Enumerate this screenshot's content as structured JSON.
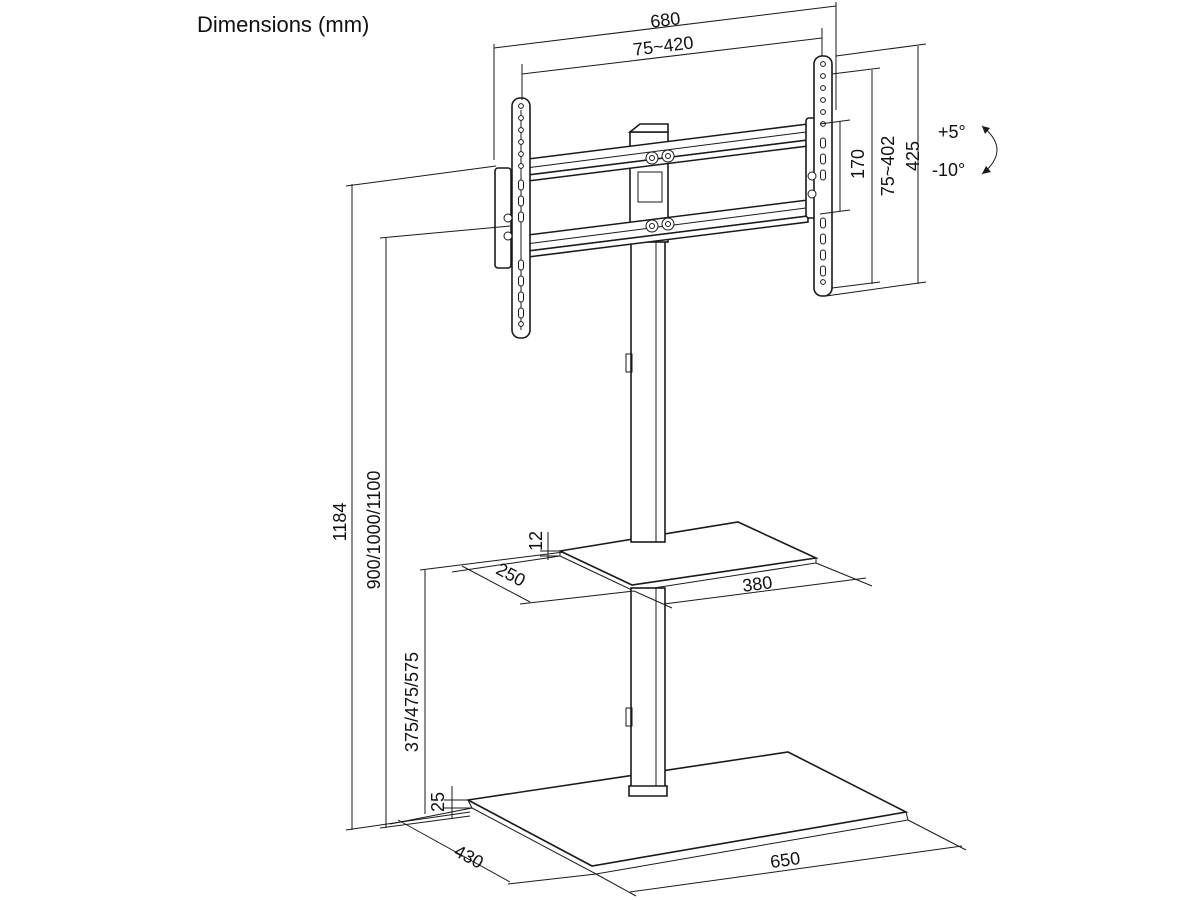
{
  "title": "Dimensions (mm)",
  "dimensions": {
    "overall_width": "680",
    "vesa_width": "75~420",
    "bracket_offset": "170",
    "vesa_height": "75~402",
    "bracket_height": "425",
    "tilt_up": "+5°",
    "tilt_down": "-10°",
    "overall_height": "1184",
    "mount_heights": "900/1000/1100",
    "shelf_thickness": "12",
    "shelf_depth": "250",
    "shelf_width": "380",
    "shelf_heights": "375/475/575",
    "base_thickness": "25",
    "base_depth": "430",
    "base_width": "650"
  },
  "icons": {
    "tilt_arrow": "curved-double-arrow-icon"
  }
}
